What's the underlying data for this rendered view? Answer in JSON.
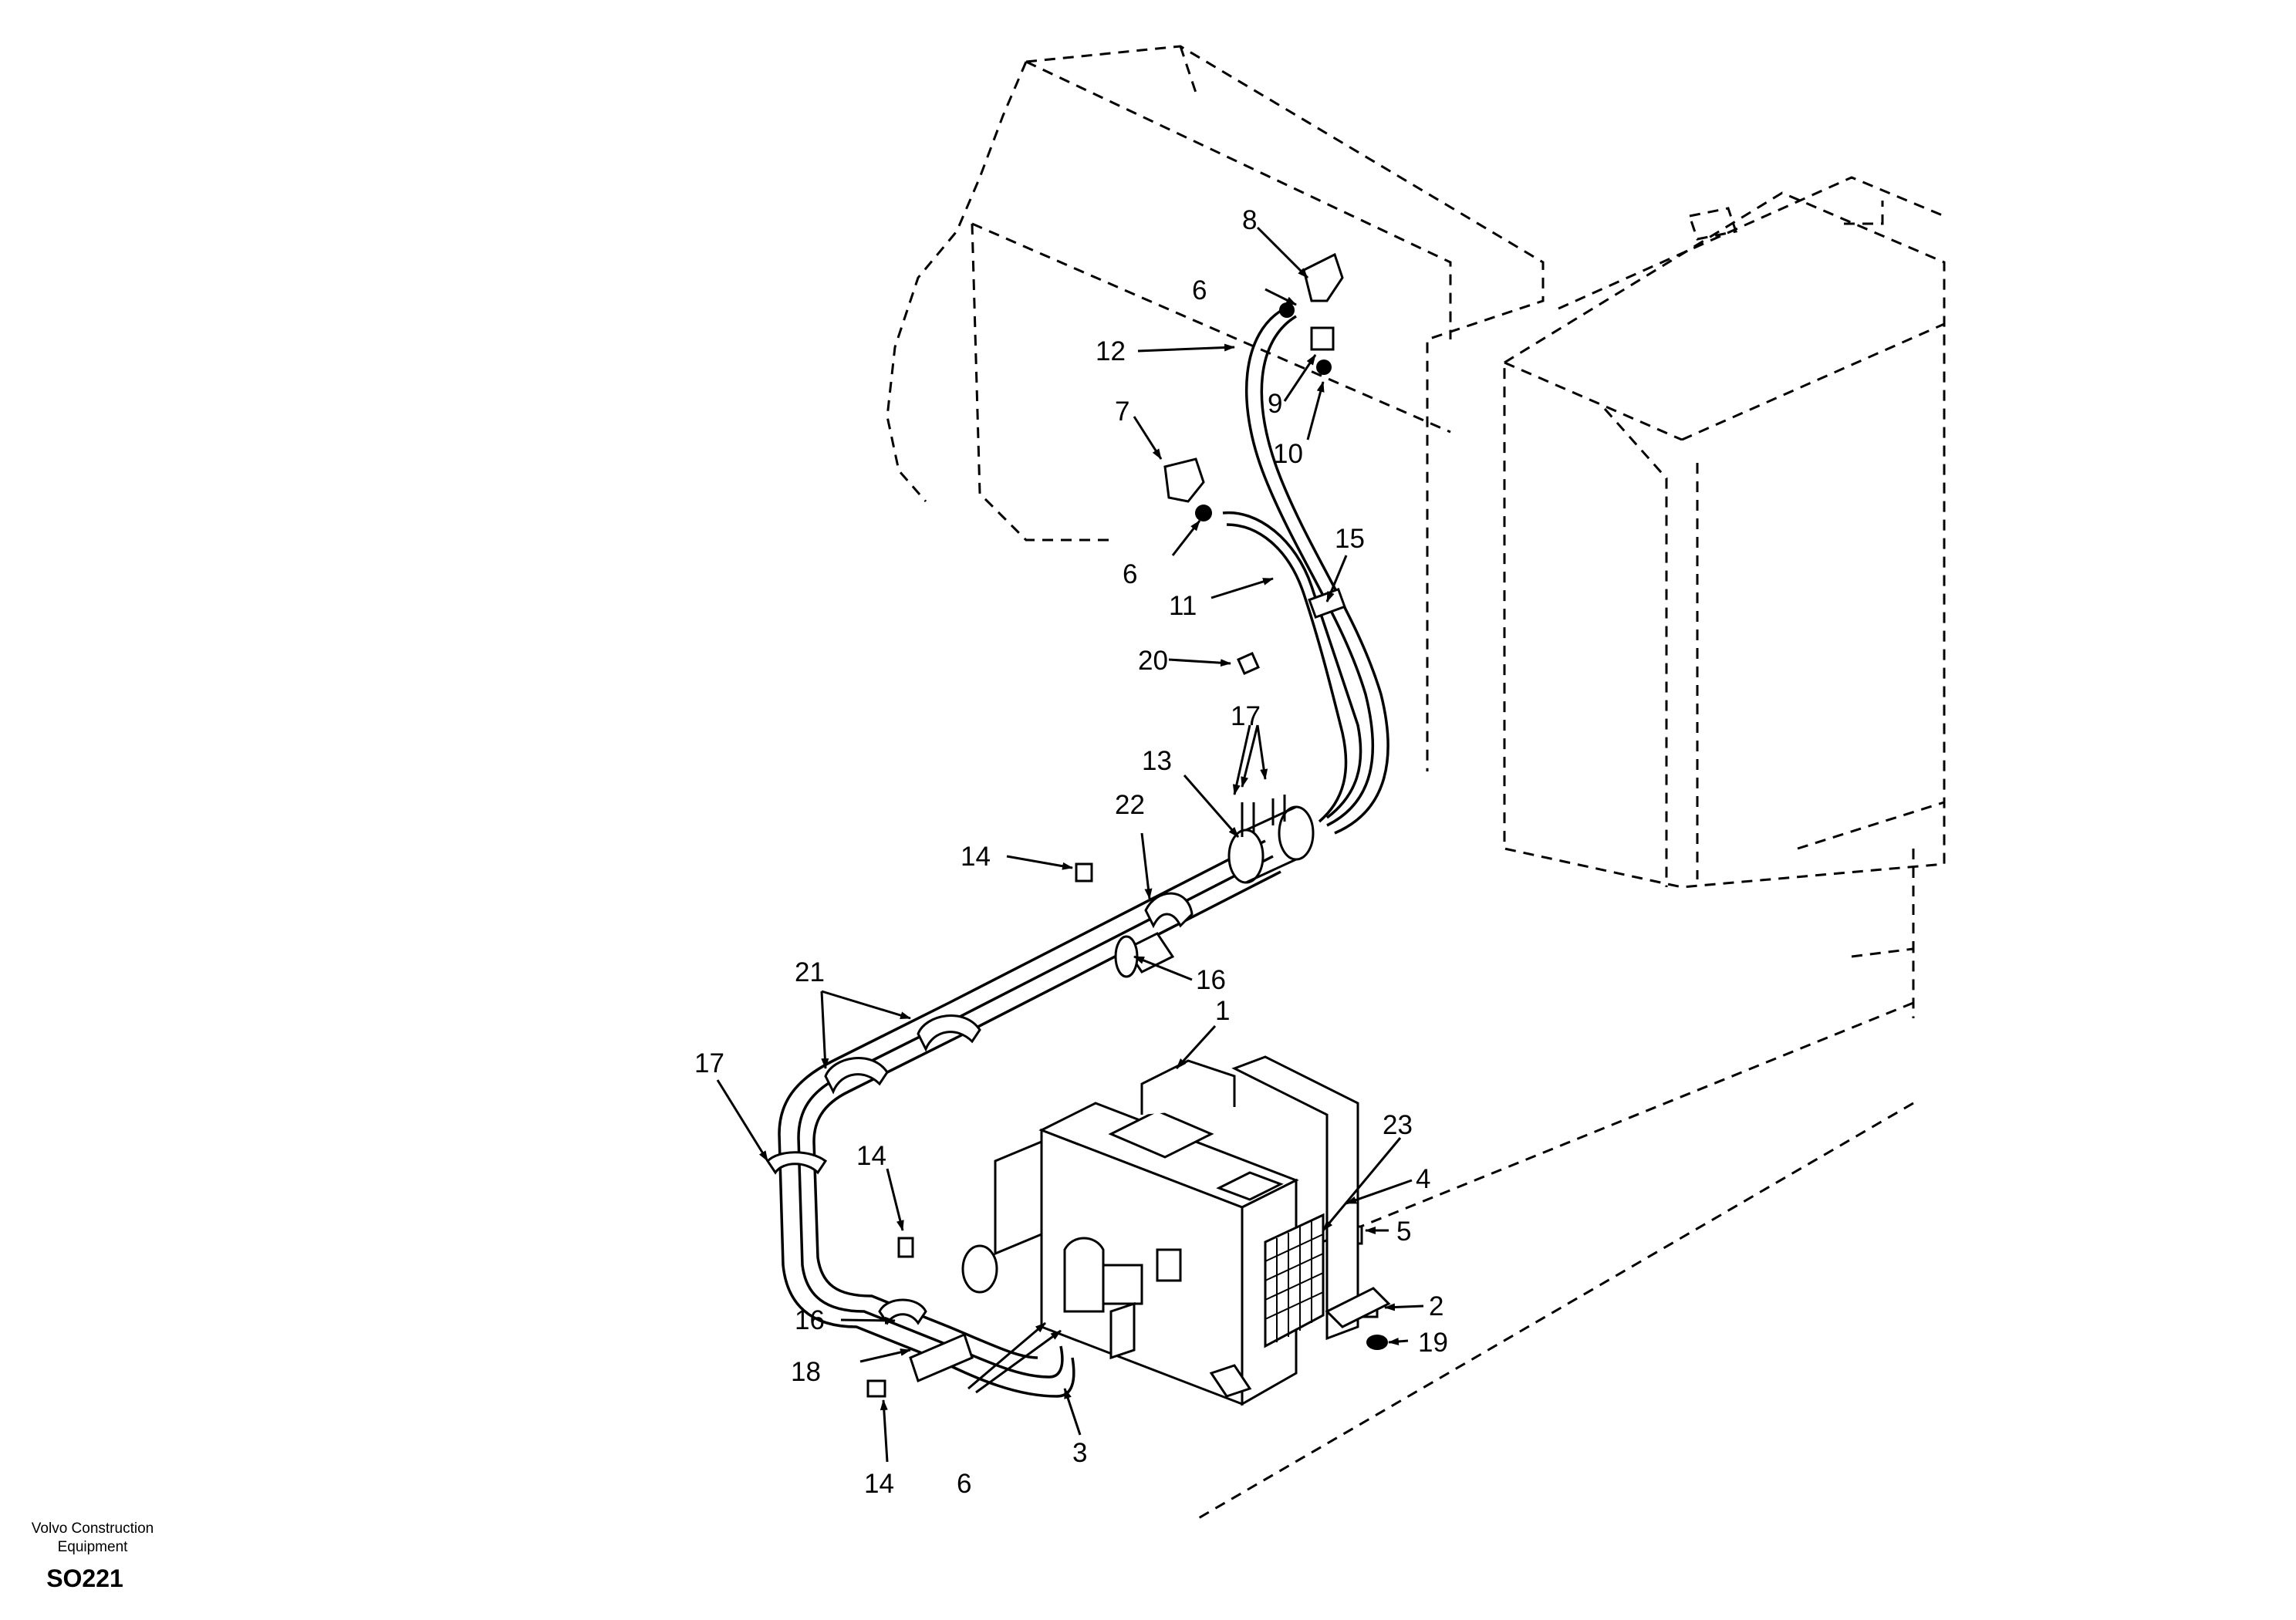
{
  "footer": {
    "brand_line1": "Volvo Construction",
    "brand_line2": "Equipment",
    "drawing_code": "SO221"
  },
  "callouts": {
    "c1": "1",
    "c2": "2",
    "c3": "3",
    "c4": "4",
    "c5": "5",
    "c6_top": "6",
    "c6_mid": "6",
    "c6_bottom": "6",
    "c7": "7",
    "c8": "8",
    "c9": "9",
    "c10": "10",
    "c11": "11",
    "c12": "12",
    "c13": "13",
    "c14_top": "14",
    "c14_mid": "14",
    "c14_bottom": "14",
    "c15": "15",
    "c16_top": "16",
    "c16_bottom": "16",
    "c17_top": "17",
    "c17_left": "17",
    "c18": "18",
    "c19": "19",
    "c20": "20",
    "c21": "21",
    "c22": "22",
    "c23": "23"
  }
}
